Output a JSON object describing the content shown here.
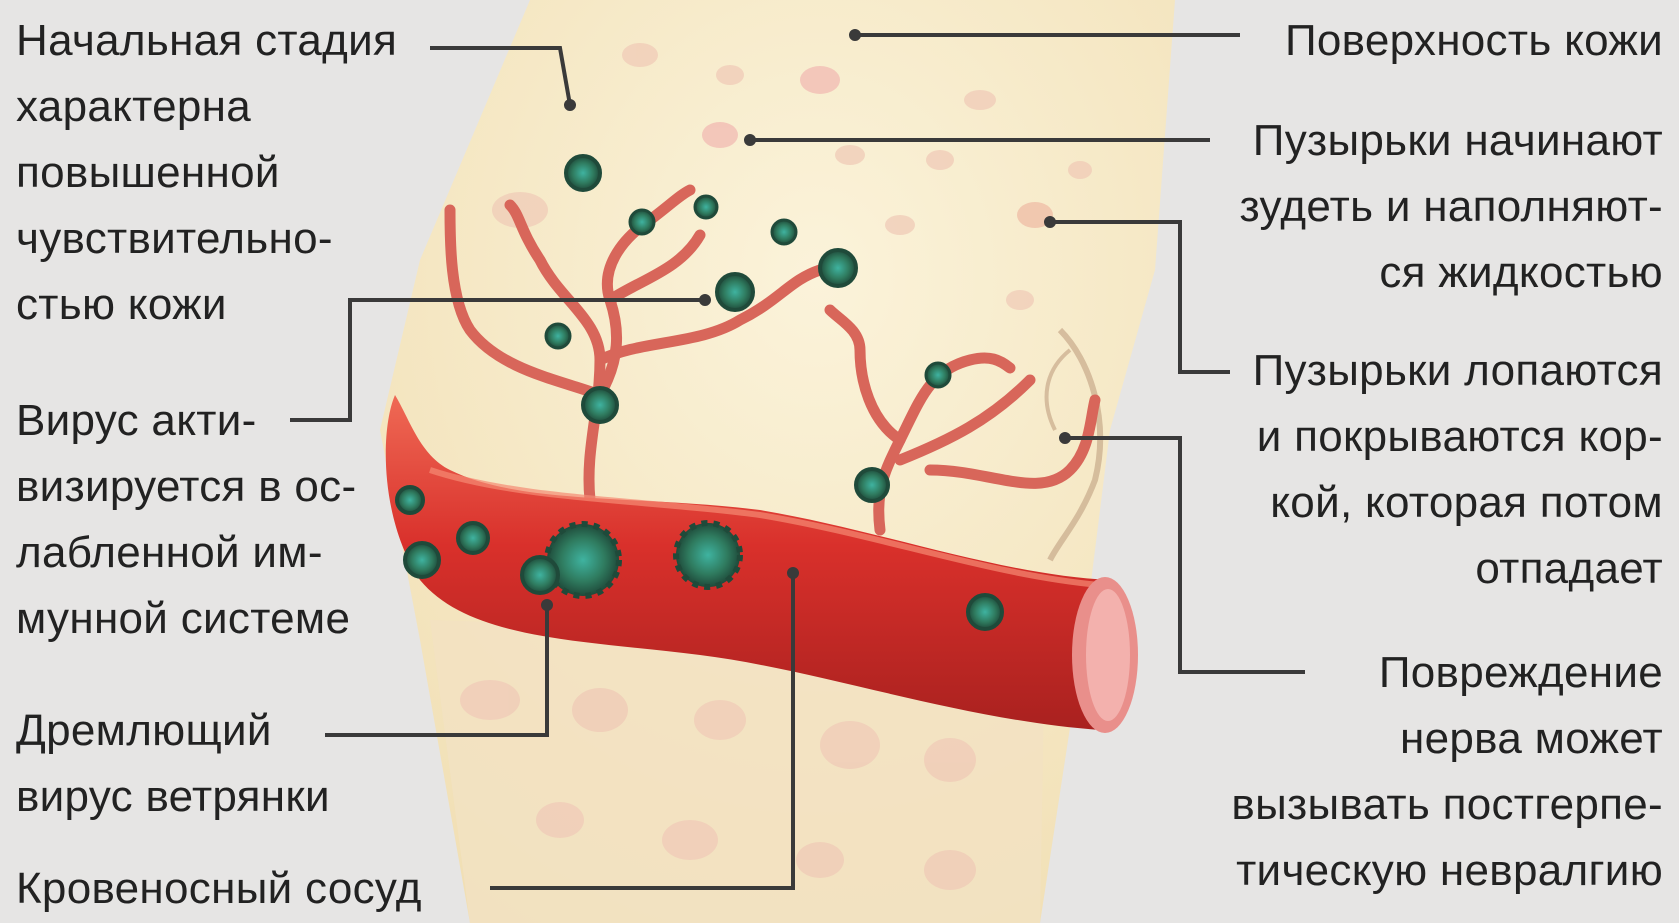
{
  "diagram": {
    "left_labels": {
      "initial_stage": "Начальная стадия\nхарактерна\nповышенной\nчувствительно-\nстью кожи",
      "virus_activates": "Вирус акти-\nвизируется в ос-\nлабленной им-\nмунной системе",
      "dormant_virus": "Дремлющий\nвирус ветрянки",
      "blood_vessel": "Кровеносный сосуд"
    },
    "right_labels": {
      "skin_surface": "Поверхность кожи",
      "blisters_itch": "Пузырьки начинают\nзудеть и наполняют-\nся жидкостью",
      "blisters_burst": "Пузырьки лопаются\nи покрываются кор-\nкой, которая потом\nотпадает",
      "nerve_damage": "Повреждение\nнерва может\nвызывать постгерпе-\nтическую невралгию"
    },
    "colors": {
      "background": "#e6e5e4",
      "skin": "#f7eccb",
      "vessel": "#d93b30",
      "nerve": "#d8665a",
      "virus": "#2f7b5f",
      "leader_line": "#3a3a3a"
    }
  }
}
